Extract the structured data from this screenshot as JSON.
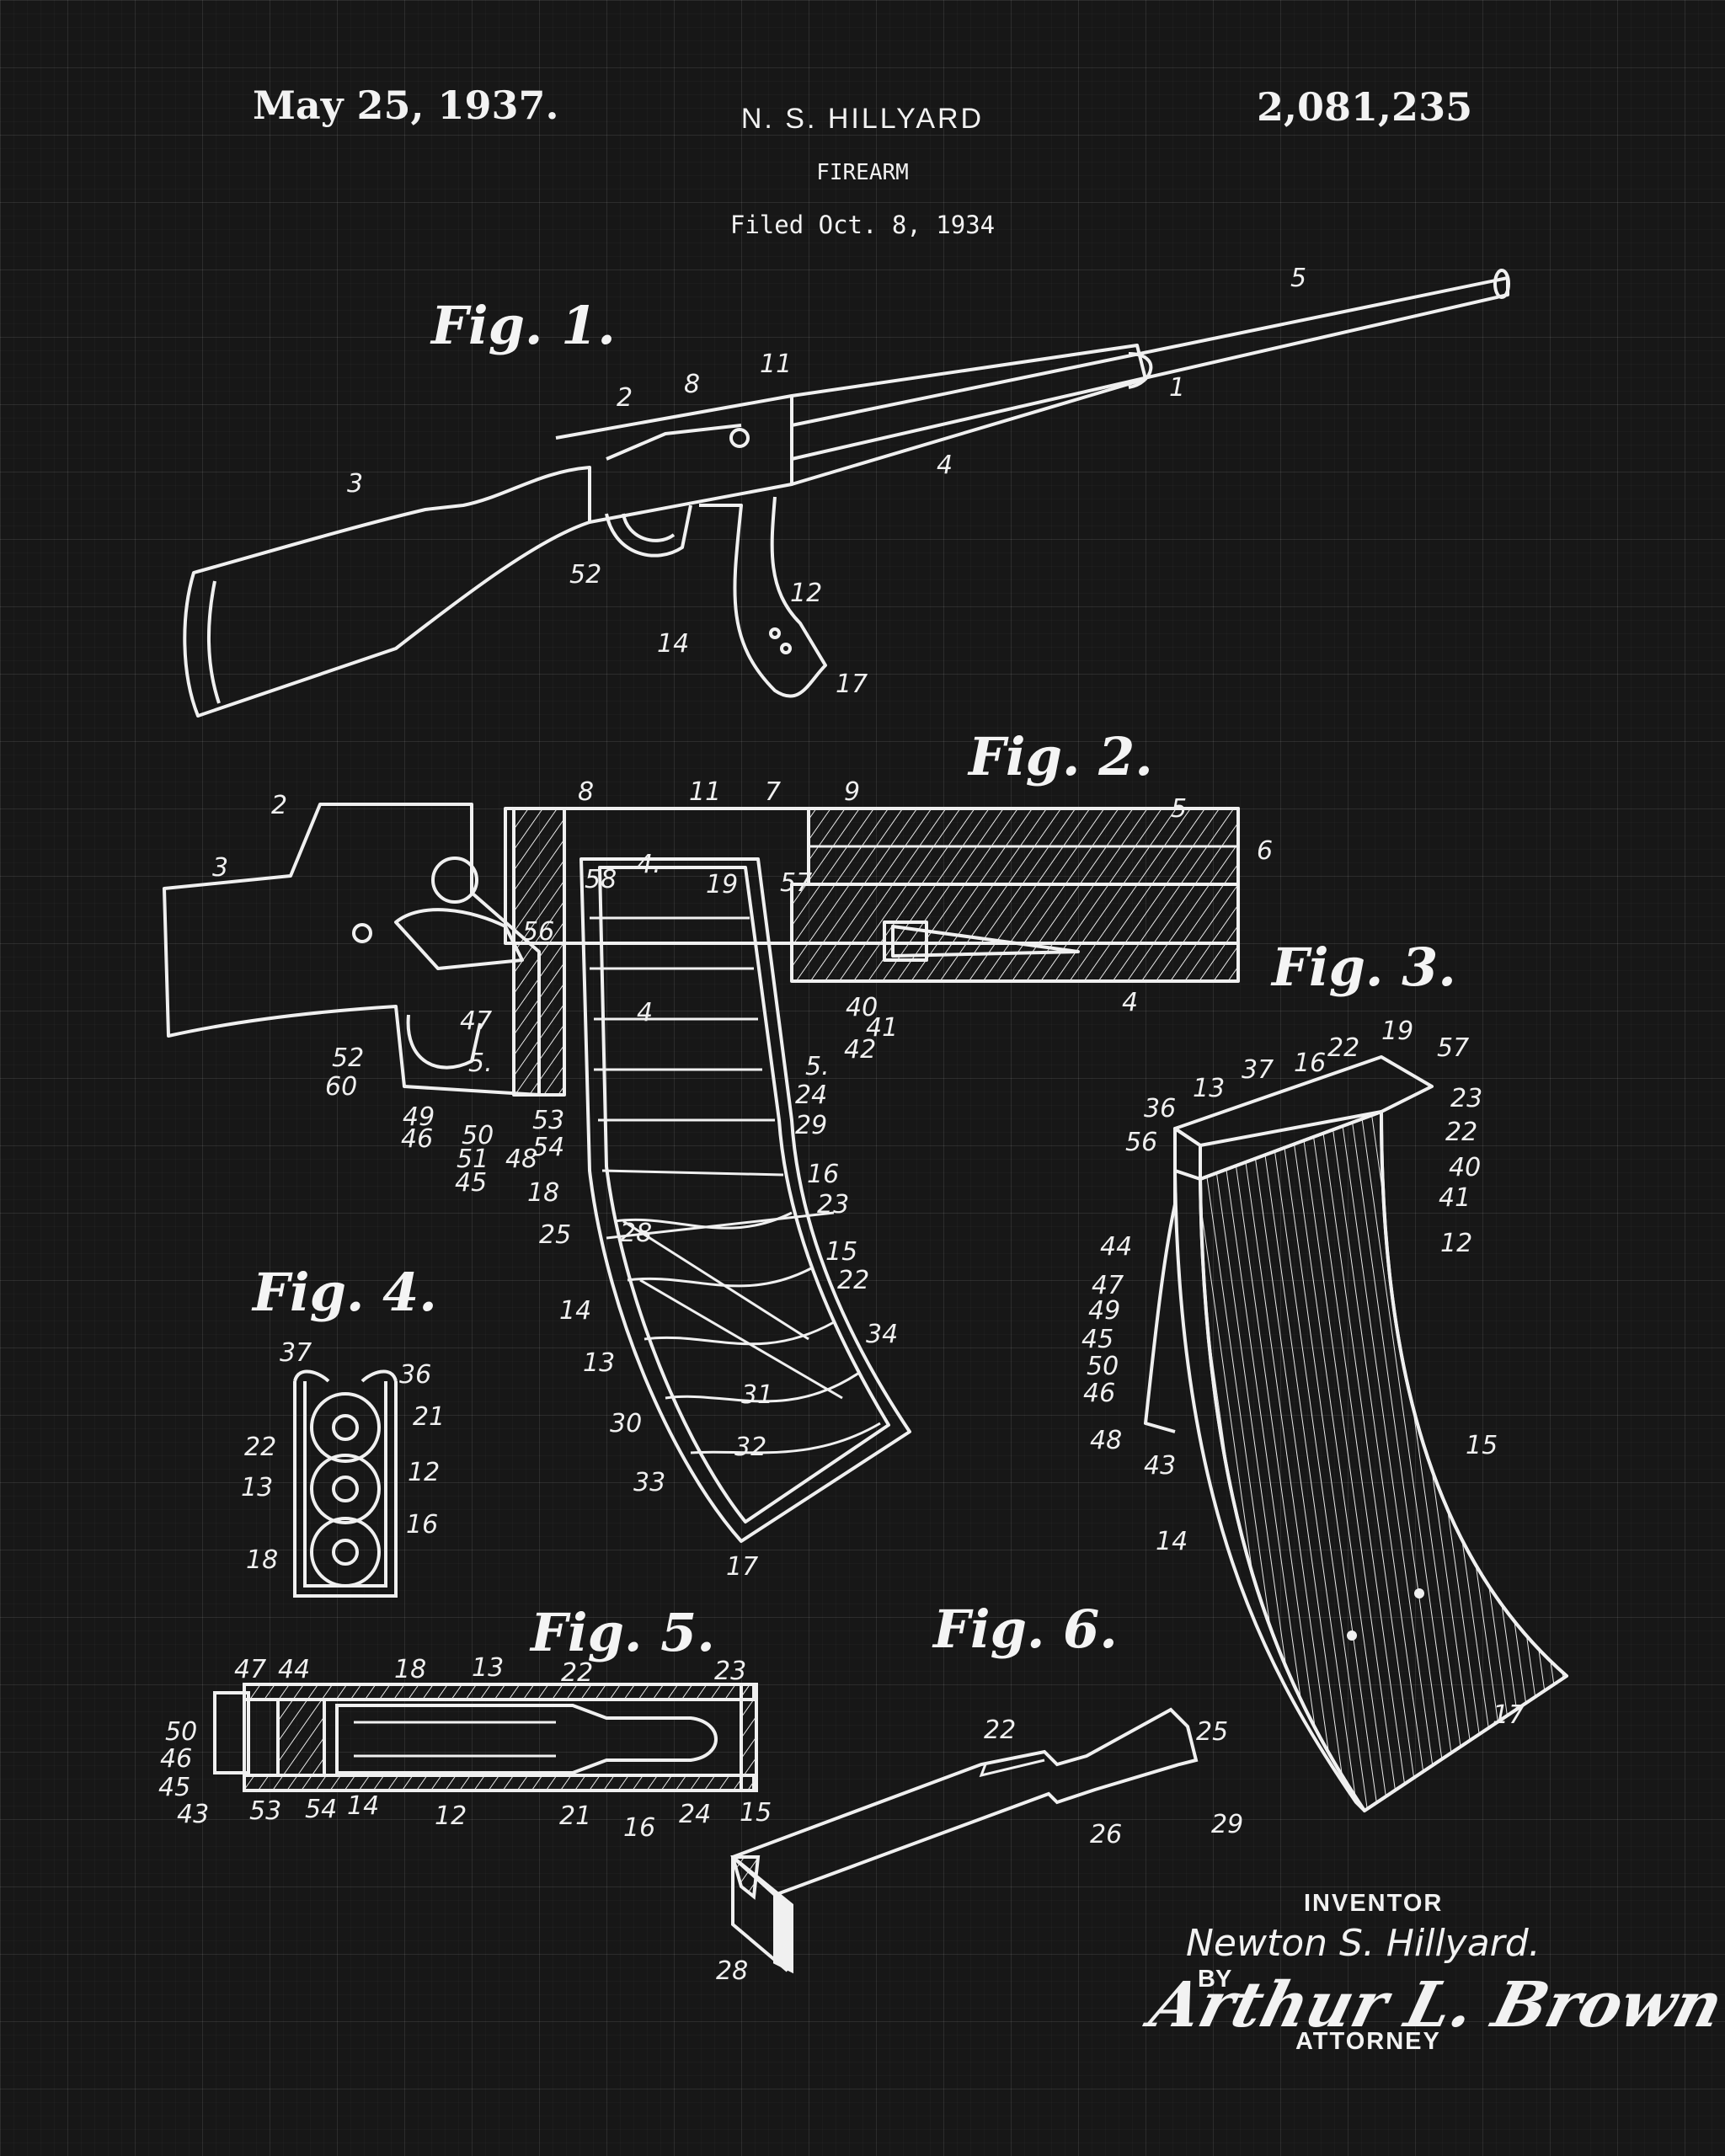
{
  "header": {
    "date": "May 25, 1937.",
    "inventor": "N. S. HILLYARD",
    "patent_number": "2,081,235",
    "title": "FIREARM",
    "filed": "Filed Oct. 8, 1934"
  },
  "figures": {
    "fig1": {
      "label": "Fig. 1.",
      "callouts": [
        "5",
        "1",
        "11",
        "8",
        "2",
        "4",
        "3",
        "52",
        "12",
        "14",
        "17"
      ]
    },
    "fig2": {
      "label": "Fig. 2.",
      "callouts": [
        "2",
        "8",
        "11",
        "7",
        "9",
        "5",
        "6",
        "3",
        "58",
        "4.",
        "19",
        "57",
        "56",
        "4",
        "4",
        "47",
        "5.",
        "52",
        "60",
        "40",
        "41",
        "42",
        "5.",
        "49",
        "46",
        "50",
        "53",
        "54",
        "51",
        "48",
        "45",
        "24",
        "29",
        "16",
        "18",
        "23",
        "25",
        "28",
        "15",
        "22",
        "14",
        "34",
        "13",
        "31",
        "30",
        "32",
        "33",
        "17"
      ]
    },
    "fig3": {
      "label": "Fig. 3.",
      "callouts": [
        "22",
        "19",
        "57",
        "13",
        "37",
        "16",
        "36",
        "23",
        "56",
        "22",
        "40",
        "41",
        "12",
        "44",
        "47",
        "49",
        "45",
        "50",
        "46",
        "48",
        "43",
        "15",
        "14",
        "17"
      ]
    },
    "fig4": {
      "label": "Fig. 4.",
      "callouts": [
        "37",
        "36",
        "21",
        "22",
        "12",
        "13",
        "16",
        "18"
      ]
    },
    "fig5": {
      "label": "Fig. 5.",
      "callouts": [
        "47",
        "44",
        "18",
        "13",
        "22",
        "23",
        "50",
        "46",
        "45",
        "43",
        "53",
        "54",
        "14",
        "12",
        "21",
        "16",
        "24",
        "15"
      ]
    },
    "fig6": {
      "label": "Fig. 6.",
      "callouts": [
        "22",
        "25",
        "29",
        "26",
        "28"
      ]
    }
  },
  "signature": {
    "inventor_label": "INVENTOR",
    "inventor_name": "Newton S. Hillyard.",
    "by_label": "BY",
    "attorney_name": "Arthur L. Brown",
    "attorney_label": "ATTORNEY"
  },
  "colors": {
    "background": "#171717",
    "ink": "#f2f2f2",
    "grid": "#2a2a2a"
  }
}
